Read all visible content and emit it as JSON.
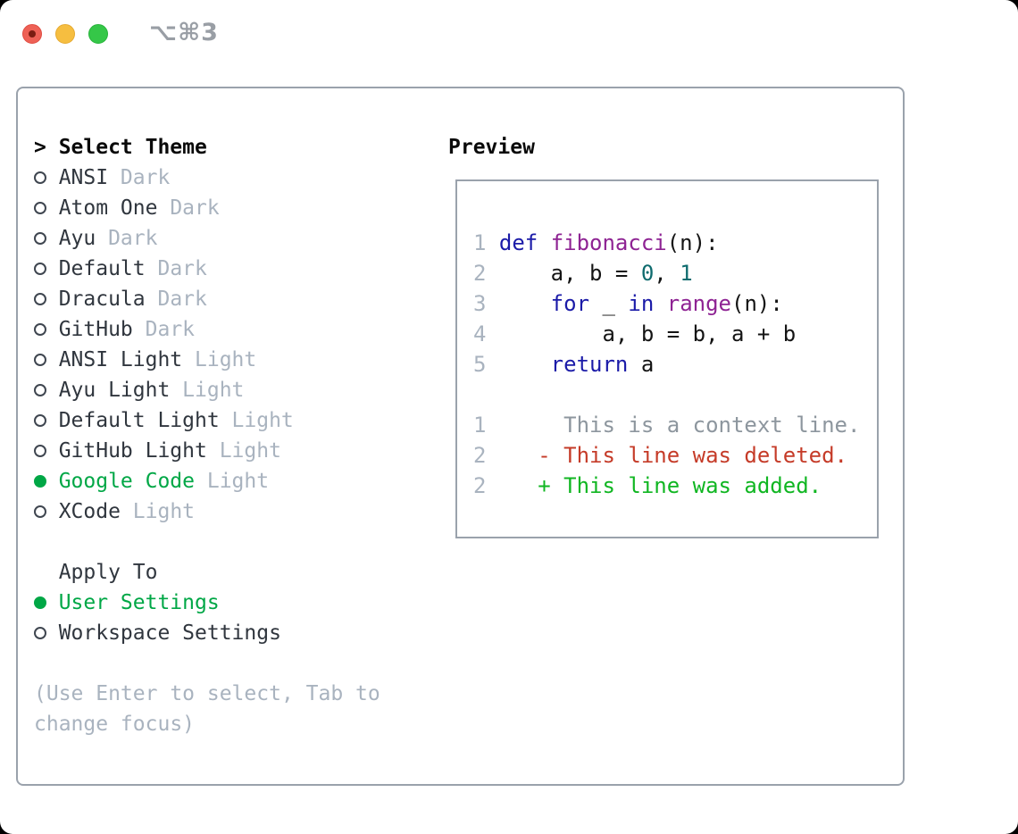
{
  "titlebar": {
    "shortcut": "⌥⌘3"
  },
  "theme_selector": {
    "header_marker": ">",
    "header": "Select Theme",
    "items": [
      {
        "name": "ANSI",
        "variant": "Dark",
        "selected": false
      },
      {
        "name": "Atom One",
        "variant": "Dark",
        "selected": false
      },
      {
        "name": "Ayu",
        "variant": "Dark",
        "selected": false
      },
      {
        "name": "Default",
        "variant": "Dark",
        "selected": false
      },
      {
        "name": "Dracula",
        "variant": "Dark",
        "selected": false
      },
      {
        "name": "GitHub",
        "variant": "Dark",
        "selected": false
      },
      {
        "name": "ANSI Light",
        "variant": "Light",
        "selected": false
      },
      {
        "name": "Ayu Light",
        "variant": "Light",
        "selected": false
      },
      {
        "name": "Default Light",
        "variant": "Light",
        "selected": false
      },
      {
        "name": "GitHub Light",
        "variant": "Light",
        "selected": false
      },
      {
        "name": "Google Code",
        "variant": "Light",
        "selected": true
      },
      {
        "name": "XCode",
        "variant": "Light",
        "selected": false
      }
    ]
  },
  "apply_to": {
    "header": "Apply To",
    "options": [
      {
        "label": "User Settings",
        "selected": true
      },
      {
        "label": "Workspace Settings",
        "selected": false
      }
    ]
  },
  "hint_lines": [
    "(Use Enter to select, Tab to",
    "change focus)"
  ],
  "preview": {
    "title": "Preview",
    "code_lines": [
      {
        "num": "1",
        "tokens": [
          [
            "def",
            "kw"
          ],
          [
            " ",
            "pl"
          ],
          [
            "fibonacci",
            "fn"
          ],
          [
            "(n):",
            "pl"
          ]
        ]
      },
      {
        "num": "2",
        "tokens": [
          [
            "    a, b = ",
            "pl"
          ],
          [
            "0",
            "lit"
          ],
          [
            ", ",
            "pl"
          ],
          [
            "1",
            "lit"
          ]
        ]
      },
      {
        "num": "3",
        "tokens": [
          [
            "    ",
            "pl"
          ],
          [
            "for",
            "kw"
          ],
          [
            " _ ",
            "pl"
          ],
          [
            "in",
            "kw"
          ],
          [
            " ",
            "pl"
          ],
          [
            "range",
            "fn"
          ],
          [
            "(n):",
            "pl"
          ]
        ]
      },
      {
        "num": "4",
        "tokens": [
          [
            "        a, b = b, a + b",
            "pl"
          ]
        ]
      },
      {
        "num": "5",
        "tokens": [
          [
            "    ",
            "pl"
          ],
          [
            "return",
            "kw"
          ],
          [
            " a",
            "pl"
          ]
        ]
      }
    ],
    "diff_lines": [
      {
        "num": "1",
        "kind": "context",
        "text": "     This is a context line."
      },
      {
        "num": "2",
        "kind": "deleted",
        "text": "   - This line was deleted."
      },
      {
        "num": "2",
        "kind": "added",
        "text": "   + This line was added."
      }
    ]
  },
  "colors": {
    "selected_green": "#00a746",
    "added_green": "#10b622",
    "deleted_red": "#c53b28",
    "keyword_blue": "#1b1ba8",
    "function_purple": "#8e2393",
    "literal_teal": "#0e6b6e",
    "muted_gray": "#a9b3bf",
    "panel_border_gray": "#9aa2ac"
  }
}
